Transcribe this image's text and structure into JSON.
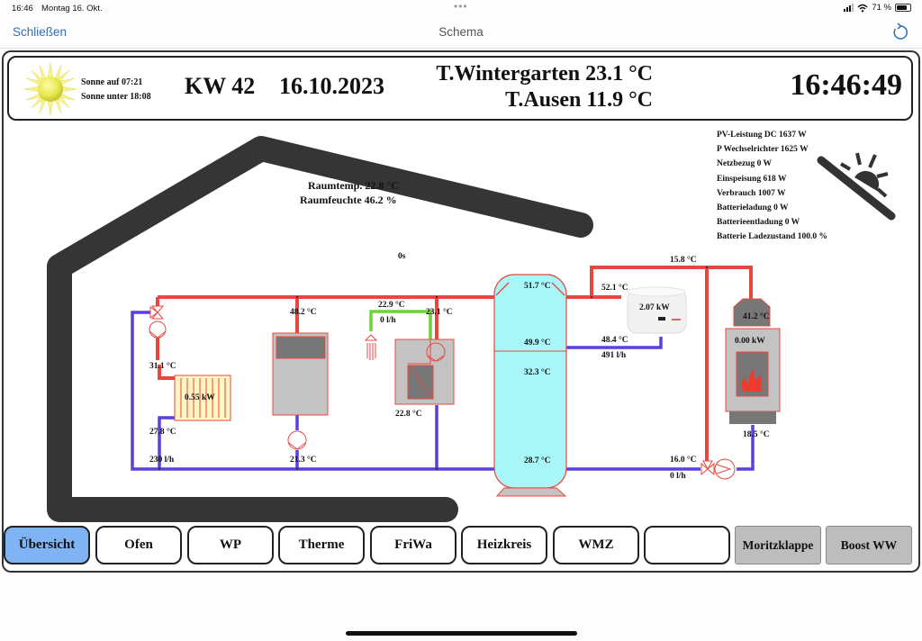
{
  "statusbar": {
    "time": "16:46",
    "date": "Montag 16. Okt.",
    "battery_percent": "71 %",
    "battery_level": 0.71
  },
  "navbar": {
    "close_label": "Schließen",
    "title": "Schema",
    "reload_icon": "reload-icon"
  },
  "header": {
    "sunrise": "Sonne auf 07:21",
    "sunset": "Sonne unter 18:08",
    "week": "KW 42",
    "date": "16.10.2023",
    "temp_wintergarten": "T.Wintergarten 23.1 °C",
    "temp_aussen": "T.Ausen 11.9 °C",
    "clock": "16:46:49"
  },
  "pv": [
    "PV-Leistung DC 1637 W",
    "P Wechselrichter 1625 W",
    "Netzbezug 0 W",
    "Einspeisung 618 W",
    "Verbrauch 1007 W",
    "Batterieladung 0 W",
    "Batterieentladung 0 W",
    "Batterie Ladezustand 100.0 %"
  ],
  "room": {
    "temp": "Raumtemp. 22.8 °C",
    "humidity": "Raumfeuchte 46.2 %",
    "timer": "0s"
  },
  "heating_circuit": {
    "flow_temp": "31.1 °C",
    "power": "0.55 kW",
    "return_temp": "27.8 °C",
    "flow_rate": "230 l/h"
  },
  "boiler": {
    "flow_temp": "48.2 °C",
    "return_temp": "21.3 °C"
  },
  "fresh_water": {
    "hot_temp": "22.9 °C",
    "flow_rate": "0 l/h",
    "primary_temp": "23.1 °C",
    "return_temp": "22.8 °C"
  },
  "buffer_tank": {
    "top": "51.7 °C",
    "upper": "49.9 °C",
    "middle": "32.3 °C",
    "bottom": "28.7 °C"
  },
  "heat_pump": {
    "flow_temp": "52.1 °C",
    "power": "2.07 kW",
    "return_temp": "48.4 °C",
    "flow_rate": "491 l/h"
  },
  "stove": {
    "pipe_temp": "15.8 °C",
    "top_temp": "41.2 °C",
    "power": "0.00 kW",
    "return_temp": "18.5 °C",
    "mix_temp": "16.0 °C",
    "flow_rate": "0 l/h"
  },
  "tabs": [
    {
      "label": "Übersicht",
      "active": true
    },
    {
      "label": "Ofen"
    },
    {
      "label": "WP"
    },
    {
      "label": "Therme"
    },
    {
      "label": "FriWa"
    },
    {
      "label": "Heizkreis"
    },
    {
      "label": "WMZ"
    },
    {
      "label": ""
    },
    {
      "label": "Moritzklappe",
      "action": true
    },
    {
      "label": "Boost WW",
      "action": true
    }
  ],
  "colors": {
    "hot_pipe": "#e8473f",
    "cold_pipe": "#5b3fe0",
    "warm_water": "#6ed33a",
    "tank_fill": "#a8f6f8",
    "active_tab": "#7fb3f3",
    "action_tab": "#bdbdbd"
  }
}
